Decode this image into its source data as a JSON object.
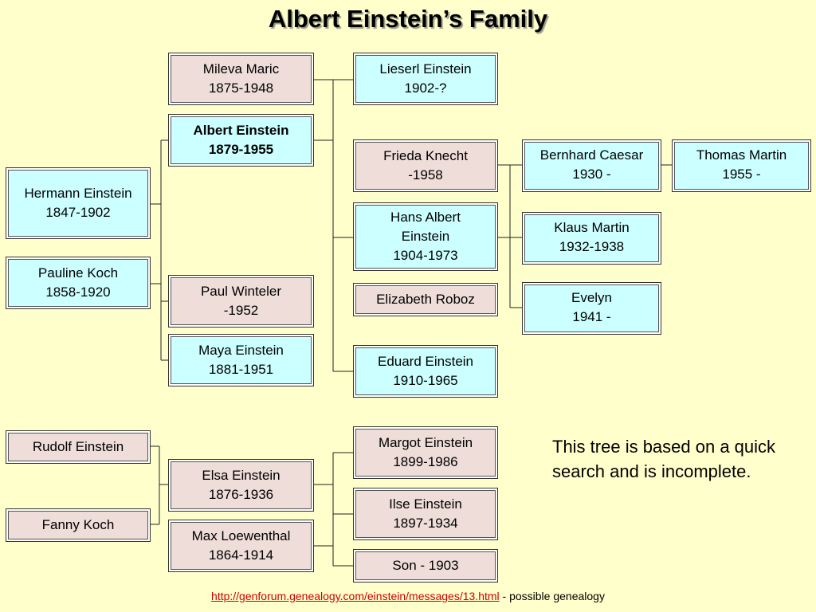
{
  "title": "Albert Einstein’s Family",
  "people": {
    "mileva": {
      "name": "Mileva Maric",
      "years": "1875-1948"
    },
    "albert": {
      "name": "Albert Einstein",
      "years": "1879-1955"
    },
    "hermann": {
      "name": "Hermann Einstein",
      "years": "1847-1902"
    },
    "pauline": {
      "name": "Pauline Koch",
      "years": "1858-1920"
    },
    "paul": {
      "name": "Paul Winteler",
      "years": "-1952"
    },
    "maya": {
      "name": "Maya Einstein",
      "years": "1881-1951"
    },
    "lieserl": {
      "name": "Lieserl Einstein",
      "years": "1902-?"
    },
    "frieda": {
      "name": "Frieda Knecht",
      "years": "-1958"
    },
    "hans_line1": "Hans Albert",
    "hans_line2": "Einstein",
    "hans_years": "1904-1973",
    "elizabeth": {
      "name": "Elizabeth Roboz"
    },
    "eduard": {
      "name": "Eduard Einstein",
      "years": "1910-1965"
    },
    "bernhard": {
      "name": "Bernhard Caesar",
      "years": "1930 -"
    },
    "thomas": {
      "name": "Thomas Martin",
      "years": "1955 -"
    },
    "klaus": {
      "name": "Klaus Martin",
      "years": "1932-1938"
    },
    "evelyn": {
      "name": "Evelyn",
      "years": "1941 -"
    },
    "rudolf": {
      "name": "Rudolf Einstein"
    },
    "fanny": {
      "name": "Fanny Koch"
    },
    "elsa": {
      "name": "Elsa Einstein",
      "years": "1876-1936"
    },
    "max": {
      "name": "Max Loewenthal",
      "years": "1864-1914"
    },
    "margot": {
      "name": "Margot Einstein",
      "years": "1899-1986"
    },
    "ilse": {
      "name": "Ilse Einstein",
      "years": "1897-1934"
    },
    "son": {
      "name": "Son - 1903"
    }
  },
  "note": "This tree is based on a quick search and is incomplete.",
  "footer": {
    "link": "http://genforum.genealogy.com/einstein/messages/13.html",
    "suffix": " - possible genealogy"
  },
  "colors": {
    "background": "#ffffcc",
    "box_blue": "#ccffff",
    "box_pink": "#eeddd8",
    "link": "#cc0000"
  }
}
